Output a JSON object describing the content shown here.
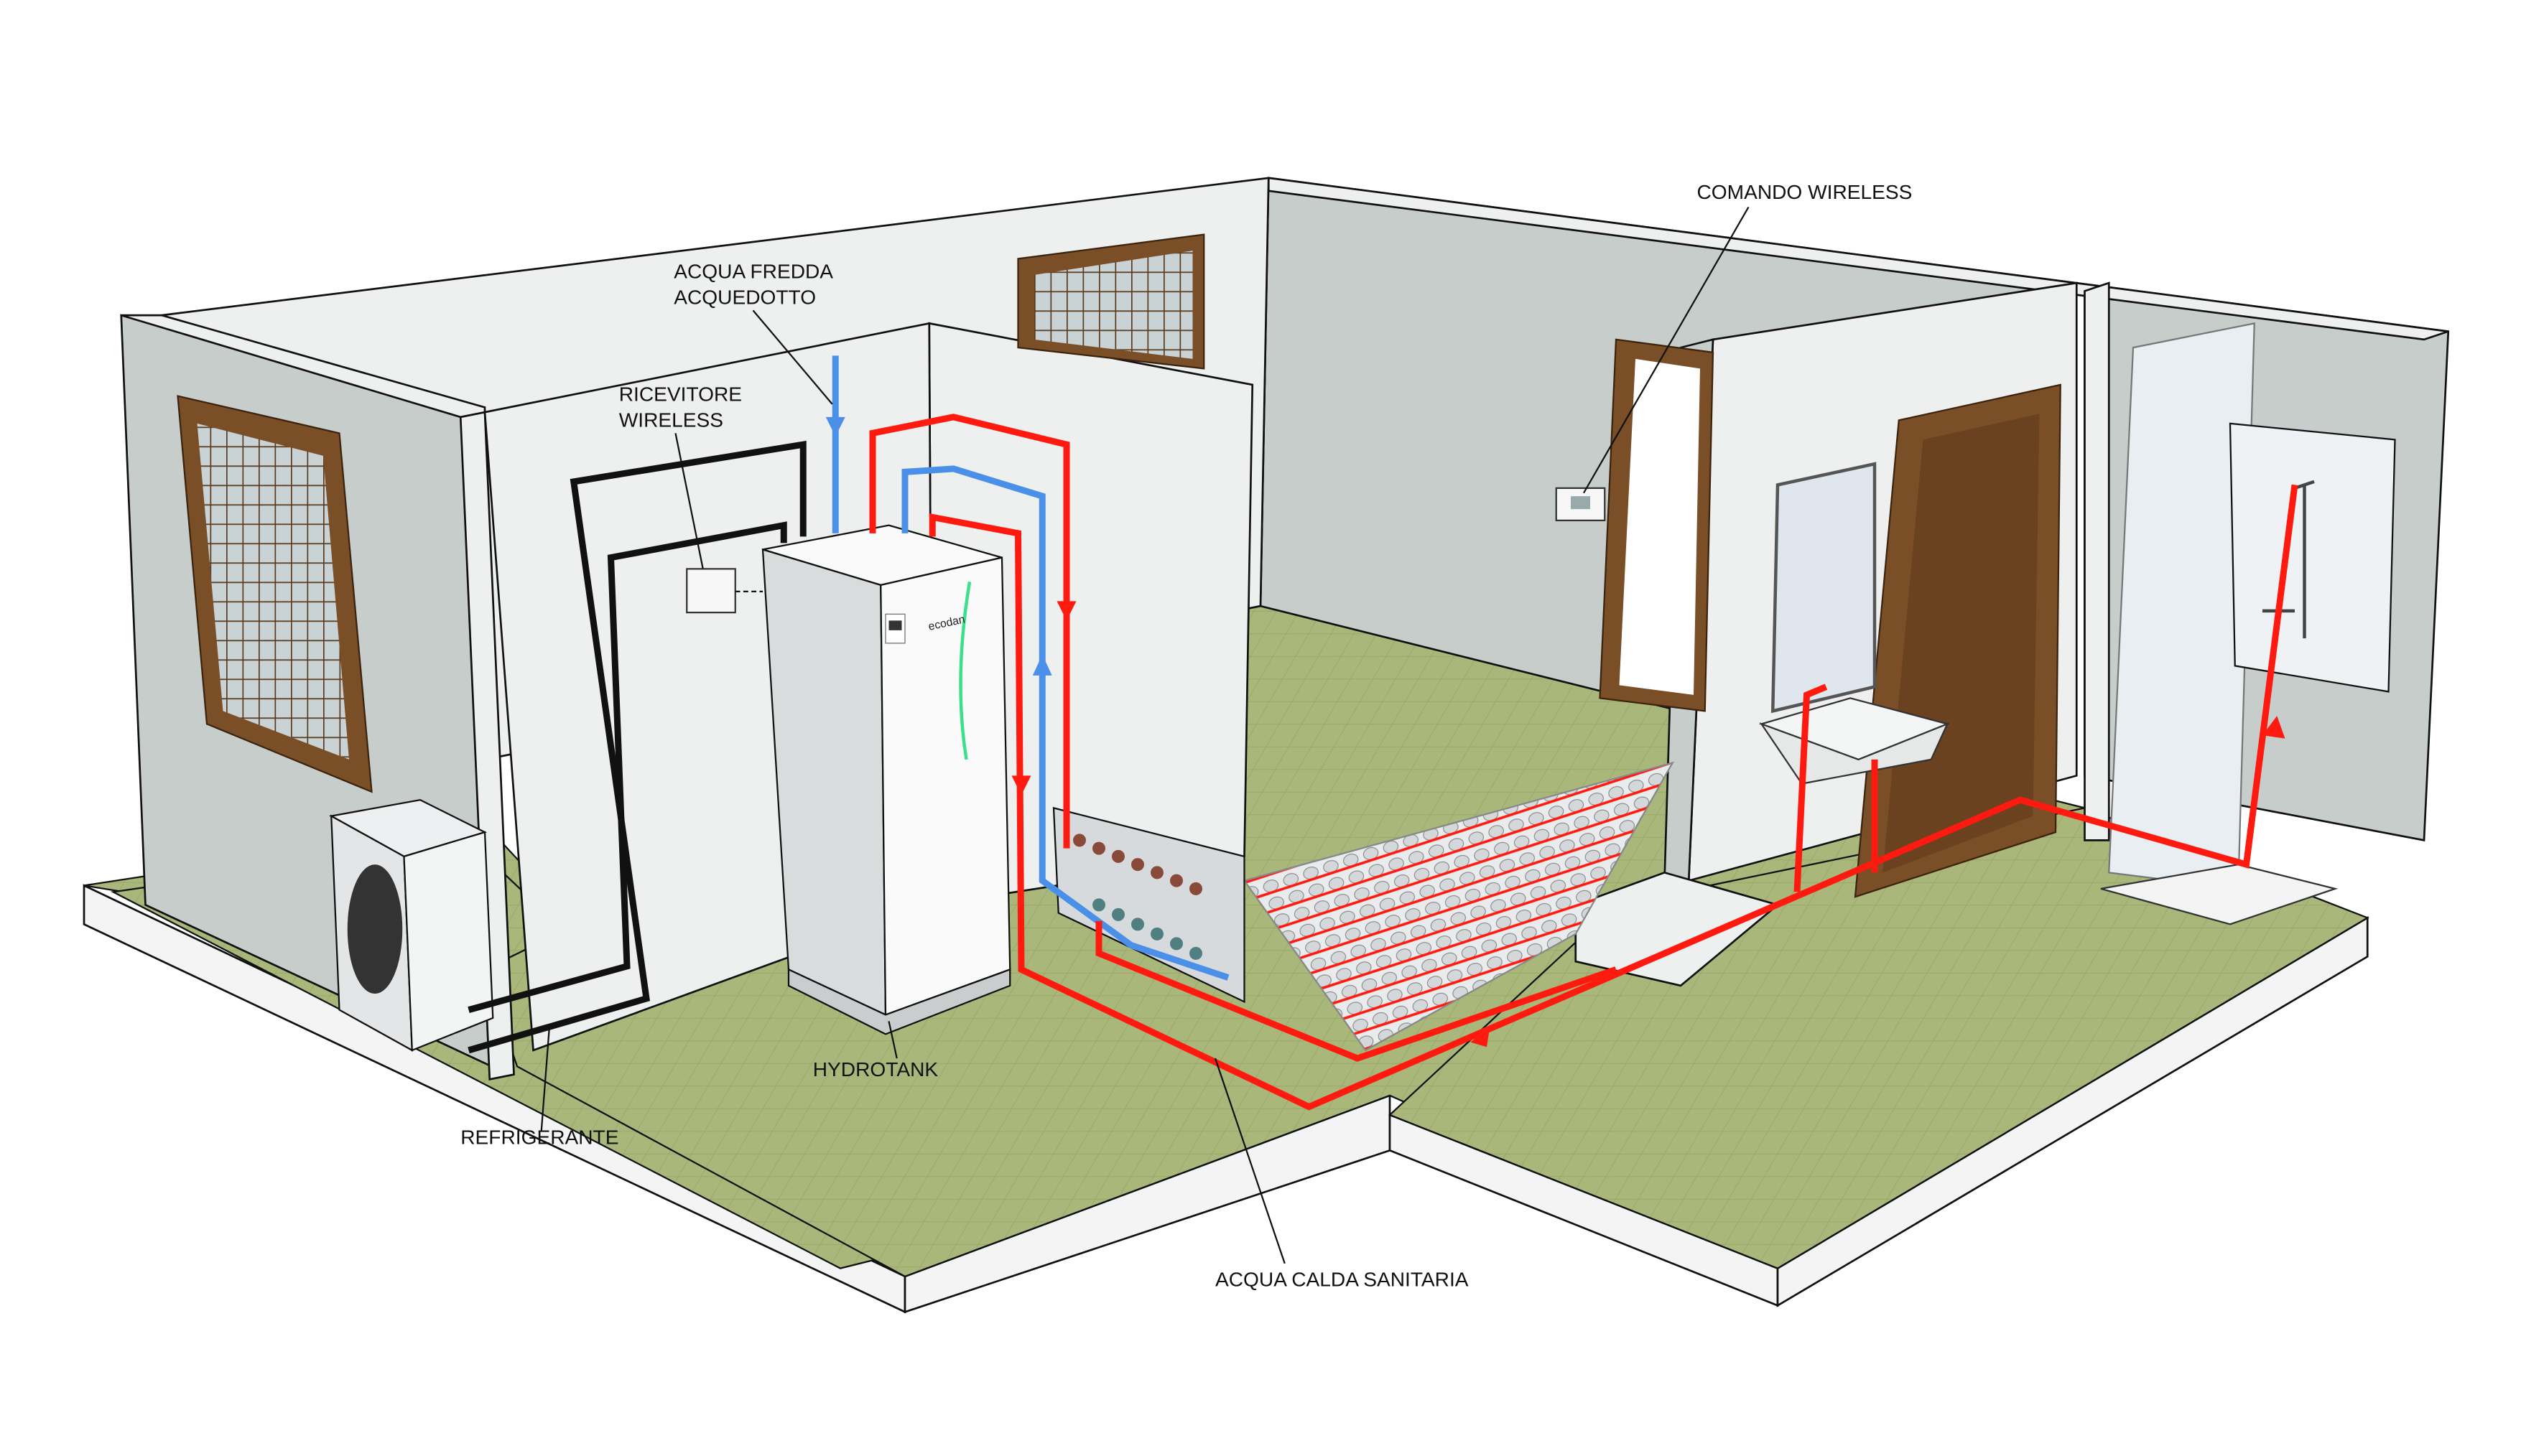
{
  "labels": {
    "cold_water_line1": "ACQUA FREDDA",
    "cold_water_line2": "ACQUEDOTTO",
    "receiver_line1": "RICEVITORE",
    "receiver_line2": "WIRELESS",
    "wireless_control": "COMANDO WIRELESS",
    "hydrotank": "HYDROTANK",
    "refrigerant": "REFRIGERANTE",
    "hot_water": "ACQUA CALDA SANITARIA"
  },
  "tank_logo": "ecodan",
  "colors": {
    "hot_pipe": "#ff1a0f",
    "cold_pipe": "#4a90e8",
    "refrigerant_pipe": "#111111",
    "floor": "#a9b77a",
    "wall": "#c6cdcb",
    "wood": "#7a4e27"
  }
}
